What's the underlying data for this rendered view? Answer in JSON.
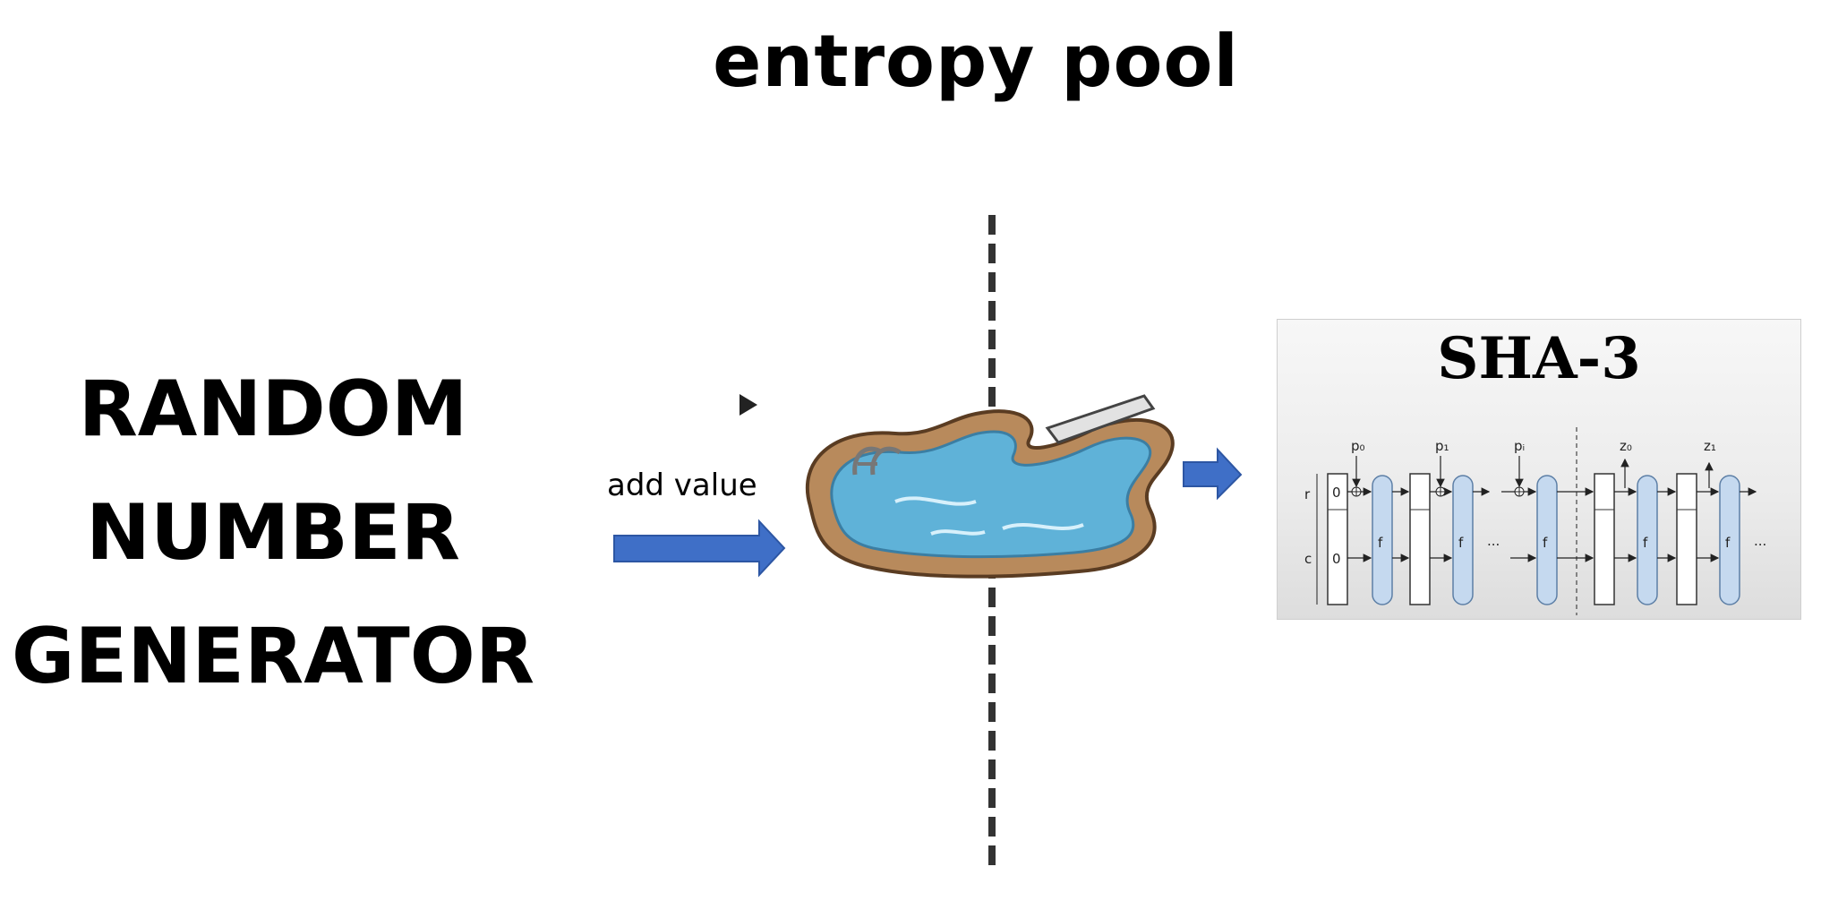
{
  "title": "entropy pool",
  "generator": {
    "line1": "RANDOM",
    "line2": "NUMBER",
    "line3": "GENERATOR"
  },
  "arrow_label": "add value",
  "hash": {
    "title": "SHA-3",
    "labels": {
      "p0": "p₀",
      "p1": "p₁",
      "pi": "pᵢ",
      "z0": "z₀",
      "z1": "z₁",
      "r": "r",
      "c": "c",
      "zero_r": "0",
      "zero_c": "0",
      "f": "f",
      "ellipsis": "..."
    }
  },
  "colors": {
    "arrow": "#3f6fc7",
    "pool_water": "#5fb2d8",
    "pool_rim": "#b88a5c",
    "sponge_f": "#c5d9ef"
  }
}
